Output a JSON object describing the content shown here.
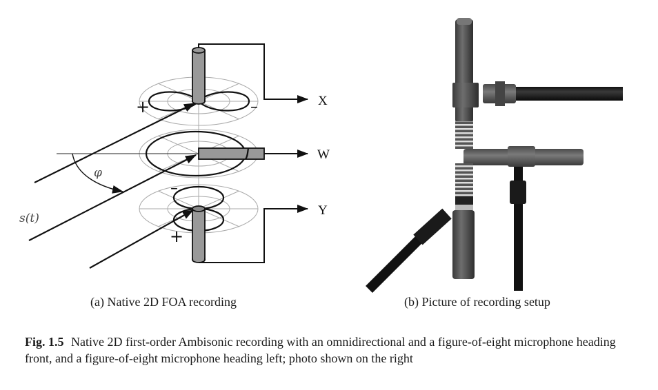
{
  "figure": {
    "number_label": "Fig. 1.5",
    "caption": "Native 2D first-order Ambisonic recording with an omnidirectional and a figure-of-eight microphone heading front, and a figure-of-eight microphone heading left; photo shown on the right"
  },
  "subfigures": [
    {
      "label": "(a) Native 2D FOA recording"
    },
    {
      "label": "(b) Picture of recording setup"
    }
  ],
  "diagram": {
    "channels": [
      {
        "name": "X",
        "pattern": "figure-of-eight",
        "heading": "front",
        "plus_label": "+",
        "minus_label": "–"
      },
      {
        "name": "W",
        "pattern": "omnidirectional"
      },
      {
        "name": "Y",
        "pattern": "figure-of-eight",
        "heading": "left",
        "plus_label": "+",
        "minus_label": "–"
      }
    ],
    "angle_label": "φ",
    "signal_label": "s(t)"
  },
  "colors": {
    "ink": "#111111",
    "grid": "#aaaaaa",
    "mic_fill": "#999999"
  }
}
